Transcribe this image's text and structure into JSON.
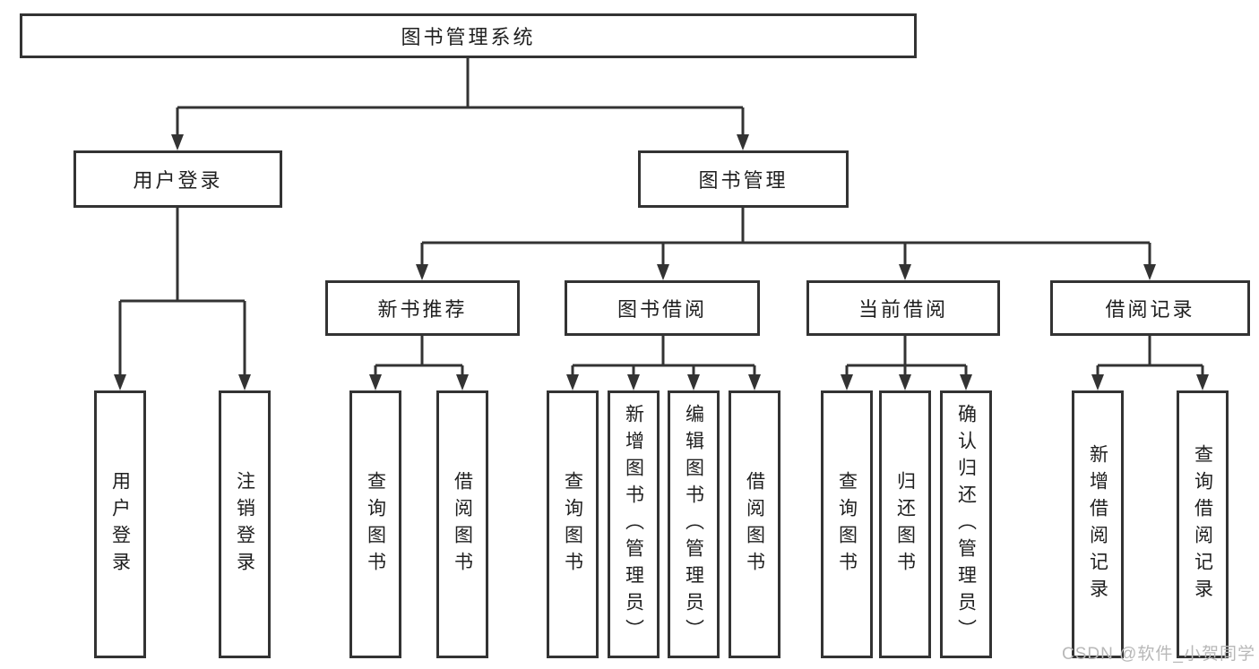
{
  "root": {
    "label": "图书管理系统"
  },
  "branches": [
    {
      "label": "用户登录",
      "children": [
        {
          "label": "用户登录"
        },
        {
          "label": "注销登录"
        }
      ]
    },
    {
      "label": "图书管理",
      "children": [
        {
          "label": "新书推荐",
          "children": [
            {
              "label": "查询图书"
            },
            {
              "label": "借阅图书"
            }
          ]
        },
        {
          "label": "图书借阅",
          "children": [
            {
              "label": "查询图书"
            },
            {
              "label": "新增图书（管理员）"
            },
            {
              "label": "编辑图书（管理员）"
            },
            {
              "label": "借阅图书"
            }
          ]
        },
        {
          "label": "当前借阅",
          "children": [
            {
              "label": "查询图书"
            },
            {
              "label": "归还图书"
            },
            {
              "label": "确认归还（管理员）"
            }
          ]
        },
        {
          "label": "借阅记录",
          "children": [
            {
              "label": "新增借阅记录"
            },
            {
              "label": "查询借阅记录"
            }
          ]
        }
      ]
    }
  ],
  "watermark": {
    "text": "CSDN @软件_小贺同学"
  },
  "colors": {
    "line": "#333333",
    "box_border": "#333333",
    "box_fill": "#ffffff",
    "text": "#1f1f1f",
    "watermark": "#b8b8b8"
  }
}
